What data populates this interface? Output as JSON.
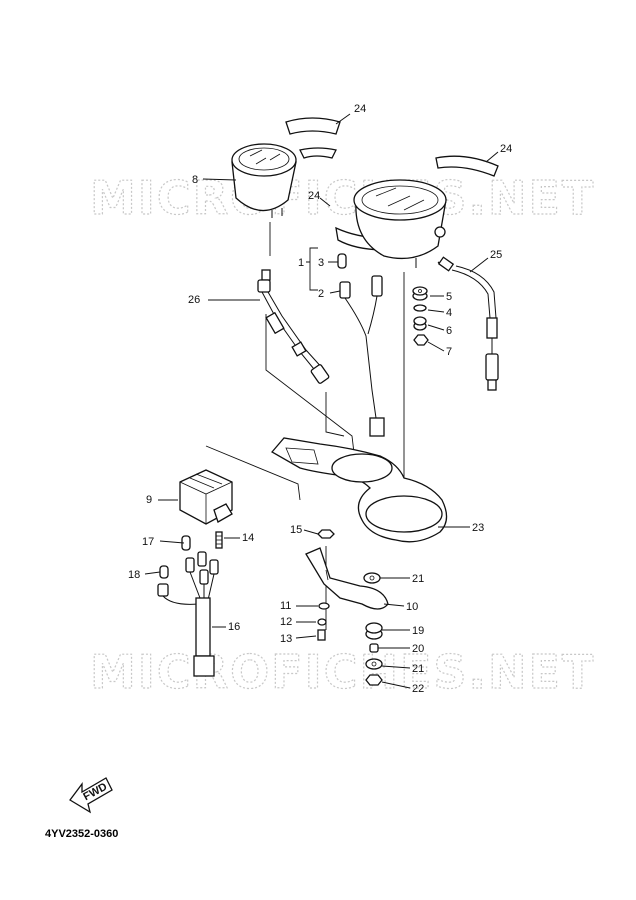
{
  "watermark": "MICROFICHES.NET",
  "diagram_code": "4YV2352-0360",
  "fwd_label": "FWD",
  "callouts": [
    {
      "id": "c1",
      "label": "1"
    },
    {
      "id": "c2",
      "label": "2"
    },
    {
      "id": "c3",
      "label": "3"
    },
    {
      "id": "c4",
      "label": "4"
    },
    {
      "id": "c5",
      "label": "5"
    },
    {
      "id": "c6",
      "label": "6"
    },
    {
      "id": "c7",
      "label": "7"
    },
    {
      "id": "c8",
      "label": "8"
    },
    {
      "id": "c9",
      "label": "9"
    },
    {
      "id": "c10",
      "label": "10"
    },
    {
      "id": "c11",
      "label": "11"
    },
    {
      "id": "c12",
      "label": "12"
    },
    {
      "id": "c13",
      "label": "13"
    },
    {
      "id": "c14",
      "label": "14"
    },
    {
      "id": "c15",
      "label": "15"
    },
    {
      "id": "c16",
      "label": "16"
    },
    {
      "id": "c17",
      "label": "17"
    },
    {
      "id": "c18",
      "label": "18"
    },
    {
      "id": "c19",
      "label": "19"
    },
    {
      "id": "c20",
      "label": "20"
    },
    {
      "id": "c21a",
      "label": "21"
    },
    {
      "id": "c21b",
      "label": "21"
    },
    {
      "id": "c22",
      "label": "22"
    },
    {
      "id": "c23",
      "label": "23"
    },
    {
      "id": "c24a",
      "label": "24"
    },
    {
      "id": "c24b",
      "label": "24"
    },
    {
      "id": "c24c",
      "label": "24"
    },
    {
      "id": "c25",
      "label": "25"
    },
    {
      "id": "c26",
      "label": "26"
    }
  ]
}
